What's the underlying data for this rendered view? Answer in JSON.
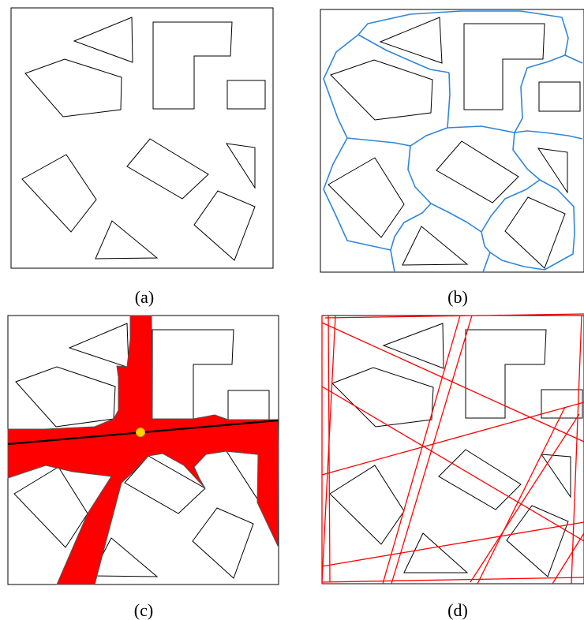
{
  "panels": [
    {
      "id": "a",
      "caption": "(a)"
    },
    {
      "id": "b",
      "caption": "(b)"
    },
    {
      "id": "c",
      "caption": "(c)"
    },
    {
      "id": "d",
      "caption": "(d)"
    }
  ],
  "colors": {
    "obstacle_stroke": "#000000",
    "voronoi_edges": "#2f86d9",
    "free_region": "#ff0000",
    "random_lines": "#ff0000",
    "marked_point": "#ffd400"
  }
}
